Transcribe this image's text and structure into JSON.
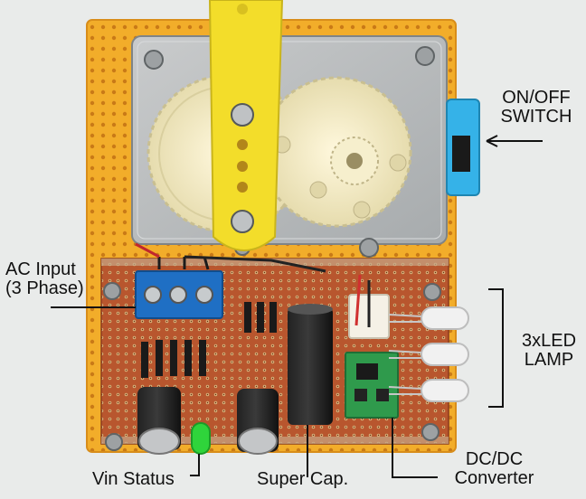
{
  "labels": {
    "on_off_switch": [
      "ON/OFF",
      "SWITCH"
    ],
    "ac_input": [
      "AC Input",
      "(3 Phase)"
    ],
    "led_lamp": [
      "3xLED",
      "LAMP"
    ],
    "vin_status": "Vin Status",
    "super_cap": "Super Cap.",
    "dc_dc_converter": [
      "DC/DC",
      "Converter"
    ]
  },
  "colors": {
    "background": "#e9ebea",
    "perfboard_orange": "#f2ad2a",
    "pcb_brown": "#b8562e",
    "gearbox_plate": "#b9bcbd",
    "gear_cream": "#f3ecc8",
    "arm_yellow": "#f3dd2a",
    "terminal_blue": "#1f6fc4",
    "switch_blue": "#35b2e8",
    "converter_green": "#2f9a4c",
    "led_green": "#2fd43b"
  }
}
